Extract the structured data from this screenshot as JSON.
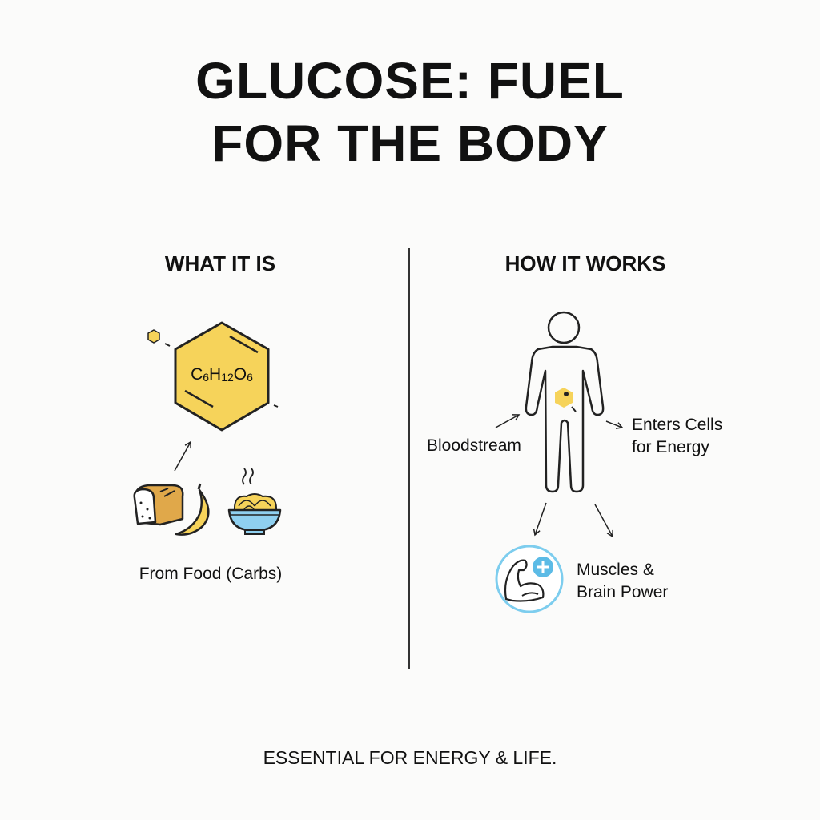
{
  "title": {
    "line1": "GLUCOSE: FUEL",
    "line2": "FOR THE BODY"
  },
  "left": {
    "heading": "WHAT IT IS",
    "formula": {
      "C": "C",
      "c_sub": "6",
      "H": "H",
      "h_sub": "12",
      "O": "O",
      "o_sub": "6"
    },
    "caption": "From Food (Carbs)",
    "icons": [
      "hexagon-molecule-icon",
      "bread-icon",
      "banana-icon",
      "noodle-bowl-icon"
    ]
  },
  "right": {
    "heading": "HOW IT WORKS",
    "bloodstream": "Bloodstream",
    "enters_line1": "Enters Cells",
    "enters_line2": "for Energy",
    "muscles_line1": "Muscles &",
    "muscles_line2": "Brain Power",
    "icons": [
      "human-body-icon",
      "muscle-plus-icon"
    ]
  },
  "footer": "ESSENTIAL FOR ENERGY & LIFE.",
  "colors": {
    "yellow": "#f6d35a",
    "blue": "#7dcdee",
    "plus_blue": "#5cbbe6"
  }
}
